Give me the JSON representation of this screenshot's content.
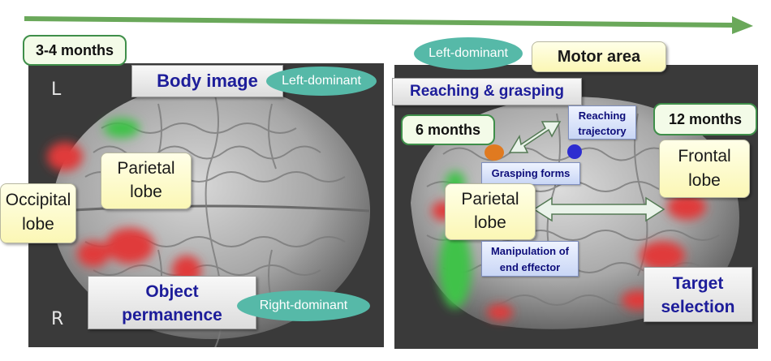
{
  "timeline": {
    "color": "#6aa85a"
  },
  "left_panel": {
    "side_top": "L",
    "side_bottom": "R",
    "age": "3-4 months",
    "body_image": "Body image",
    "body_dominance": "Left-dominant",
    "parietal": [
      "Parietal",
      "lobe"
    ],
    "occipital": [
      "Occipital",
      "lobe"
    ],
    "object": [
      "Object",
      "permanence"
    ],
    "object_dominance": "Right-dominant"
  },
  "right_panel": {
    "top_dominance": "Left-dominant",
    "motor_area": "Motor area",
    "reaching_grasping": "Reaching & grasping",
    "reaching_trajectory": [
      "Reaching",
      "trajectory"
    ],
    "age_6": "6 months",
    "age_12": "12 months",
    "grasping_forms": "Grasping forms",
    "frontal": [
      "Frontal",
      "lobe"
    ],
    "parietal": [
      "Parietal",
      "lobe"
    ],
    "manipulation": [
      "Manipulation of",
      "end effector"
    ],
    "target": [
      "Target",
      "selection"
    ]
  },
  "colors": {
    "activation_red": "#e03a3a",
    "activation_green": "#3fc24a",
    "grasp_dot": "#e07a20",
    "trajectory_dot": "#2d2dd0",
    "oval_fill": "#56b9a8"
  }
}
